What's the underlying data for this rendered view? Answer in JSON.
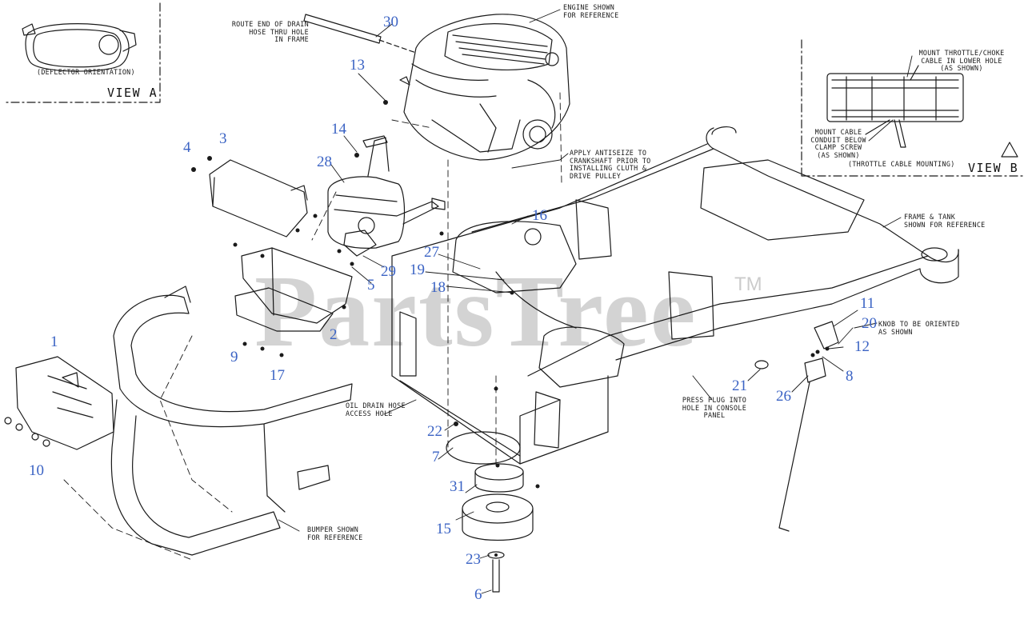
{
  "callouts": {
    "c1": "1",
    "c2": "2",
    "c3": "3",
    "c4": "4",
    "c5": "5",
    "c6": "6",
    "c7": "7",
    "c8": "8",
    "c9": "9",
    "c10": "10",
    "c11": "11",
    "c12": "12",
    "c13": "13",
    "c14": "14",
    "c15": "15",
    "c16": "16",
    "c17": "17",
    "c18": "18",
    "c19": "19",
    "c20": "20",
    "c21": "21",
    "c22": "22",
    "c23": "23",
    "c26": "26",
    "c27": "27",
    "c28": "28",
    "c29": "29",
    "c30": "30",
    "c31": "31"
  },
  "notes": {
    "route_drain_hose": "ROUTE END OF DRAIN\nHOSE THRU HOLE\nIN FRAME",
    "engine_reference": "ENGINE SHOWN\nFOR REFERENCE",
    "antiseize": "APPLY ANTISEIZE TO\nCRANKSHAFT PRIOR TO\nINSTALLING CLUTH &\nDRIVE PULLEY",
    "frame_tank": "FRAME & TANK\nSHOWN FOR REFERENCE",
    "knob_orientation": "KNOB TO BE ORIENTED\nAS SHOWN",
    "press_plug": "PRESS PLUG INTO\nHOLE IN CONSOLE\nPANEL",
    "oil_drain": "OIL DRAIN HOSE\nACCESS HOLE",
    "bumper": "BUMPER SHOWN\nFOR REFERENCE",
    "deflector_orientation": "(DEFLECTOR ORIENTATION)",
    "mount_throttle": "MOUNT THROTTLE/CHOKE\nCABLE IN LOWER HOLE\n(AS SHOWN)",
    "mount_conduit": "MOUNT CABLE\nCONDUIT BELOW\nCLAMP SCREW\n(AS SHOWN)",
    "throttle_cable_mounting": "(THROTTLE CABLE MOUNTING)"
  },
  "views": {
    "view_a": "VIEW A",
    "view_b": "VIEW B"
  },
  "watermark": {
    "text": "PartsTree",
    "trademark": "TM"
  },
  "colors": {
    "callout": "#3b63c4",
    "line": "#1a1a1a",
    "watermark": "#000000"
  }
}
